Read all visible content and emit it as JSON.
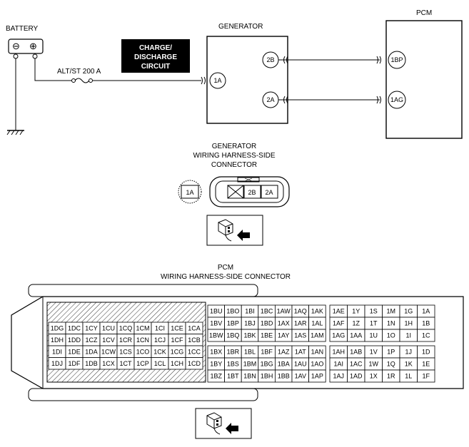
{
  "labels": {
    "battery": "BATTERY",
    "battery_neg": "⊖",
    "battery_pos": "⊕",
    "fuse": "ALT/ST 200 A",
    "circuit_line1": "CHARGE/",
    "circuit_line2": "DISCHARGE",
    "circuit_line3": "CIRCUIT",
    "generator": "GENERATOR",
    "pcm": "PCM",
    "gen_conn_line1": "GENERATOR",
    "gen_conn_line2": "WIRING HARNESS-SIDE",
    "gen_conn_line3": "CONNECTOR",
    "pcm_conn_line1": "PCM",
    "pcm_conn_line2": "WIRING HARNESS-SIDE CONNECTOR"
  },
  "generator_pins": {
    "1A": "1A",
    "2B": "2B",
    "2A": "2A"
  },
  "pcm_pins": {
    "1BP": "1BP",
    "1AG": "1AG"
  },
  "gen_connector": {
    "separate": "1A",
    "left": "2B",
    "right": "2A"
  },
  "pcm_connector": {
    "block_left": [
      [
        "1DG",
        "1DC",
        "1CY",
        "1CU",
        "1CQ",
        "1CM",
        "1CI",
        "1CE",
        "1CA"
      ],
      [
        "1DH",
        "1DD",
        "1CZ",
        "1CV",
        "1CR",
        "1CN",
        "1CJ",
        "1CF",
        "1CB"
      ],
      [
        "1DI",
        "1DE",
        "1DA",
        "1CW",
        "1CS",
        "1CO",
        "1CK",
        "1CG",
        "1CC"
      ],
      [
        "1DJ",
        "1DF",
        "1DB",
        "1CX",
        "1CT",
        "1CP",
        "1CL",
        "1CH",
        "1CD"
      ]
    ],
    "block_mid_top": [
      [
        "1BU",
        "1BO",
        "1BI",
        "1BC",
        "1AW",
        "1AQ",
        "1AK"
      ],
      [
        "1BV",
        "1BP",
        "1BJ",
        "1BD",
        "1AX",
        "1AR",
        "1AL"
      ],
      [
        "1BW",
        "1BQ",
        "1BK",
        "1BE",
        "1AY",
        "1AS",
        "1AM"
      ]
    ],
    "block_mid_bot": [
      [
        "1BX",
        "1BR",
        "1BL",
        "1BF",
        "1AZ",
        "1AT",
        "1AN"
      ],
      [
        "1BY",
        "1BS",
        "1BM",
        "1BG",
        "1BA",
        "1AU",
        "1AO"
      ],
      [
        "1BZ",
        "1BT",
        "1BN",
        "1BH",
        "1BB",
        "1AV",
        "1AP"
      ]
    ],
    "block_right_top": [
      [
        "1AE",
        "1Y",
        "1S",
        "1M",
        "1G",
        "1A"
      ],
      [
        "1AF",
        "1Z",
        "1T",
        "1N",
        "1H",
        "1B"
      ],
      [
        "1AG",
        "1AA",
        "1U",
        "1O",
        "1I",
        "1C"
      ]
    ],
    "block_right_bot": [
      [
        "1AH",
        "1AB",
        "1V",
        "1P",
        "1J",
        "1D"
      ],
      [
        "1AI",
        "1AC",
        "1W",
        "1Q",
        "1K",
        "1E"
      ],
      [
        "1AJ",
        "1AD",
        "1X",
        "1R",
        "1L",
        "1F"
      ]
    ]
  }
}
